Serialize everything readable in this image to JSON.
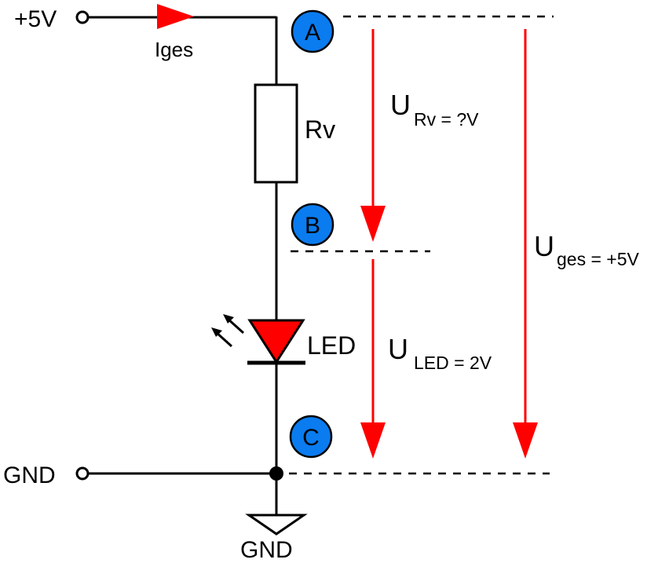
{
  "colors": {
    "wire": "#000000",
    "arrow": "#ff0000",
    "node_fill": "#0a7cf0",
    "led_fill": "#ff0000",
    "background": "#ffffff"
  },
  "terminals": {
    "supply": "+5V",
    "ground_left": "GND",
    "ground_symbol": "GND"
  },
  "current": {
    "label": "Iges"
  },
  "components": {
    "resistor": "Rv",
    "led": "LED"
  },
  "nodes": [
    "A",
    "B",
    "C"
  ],
  "voltages": {
    "rv": {
      "main": "U",
      "sub": "Rv = ?V"
    },
    "led": {
      "main": "U",
      "sub": "LED = 2V"
    },
    "total": {
      "main": "U",
      "sub": "ges = +5V"
    }
  }
}
